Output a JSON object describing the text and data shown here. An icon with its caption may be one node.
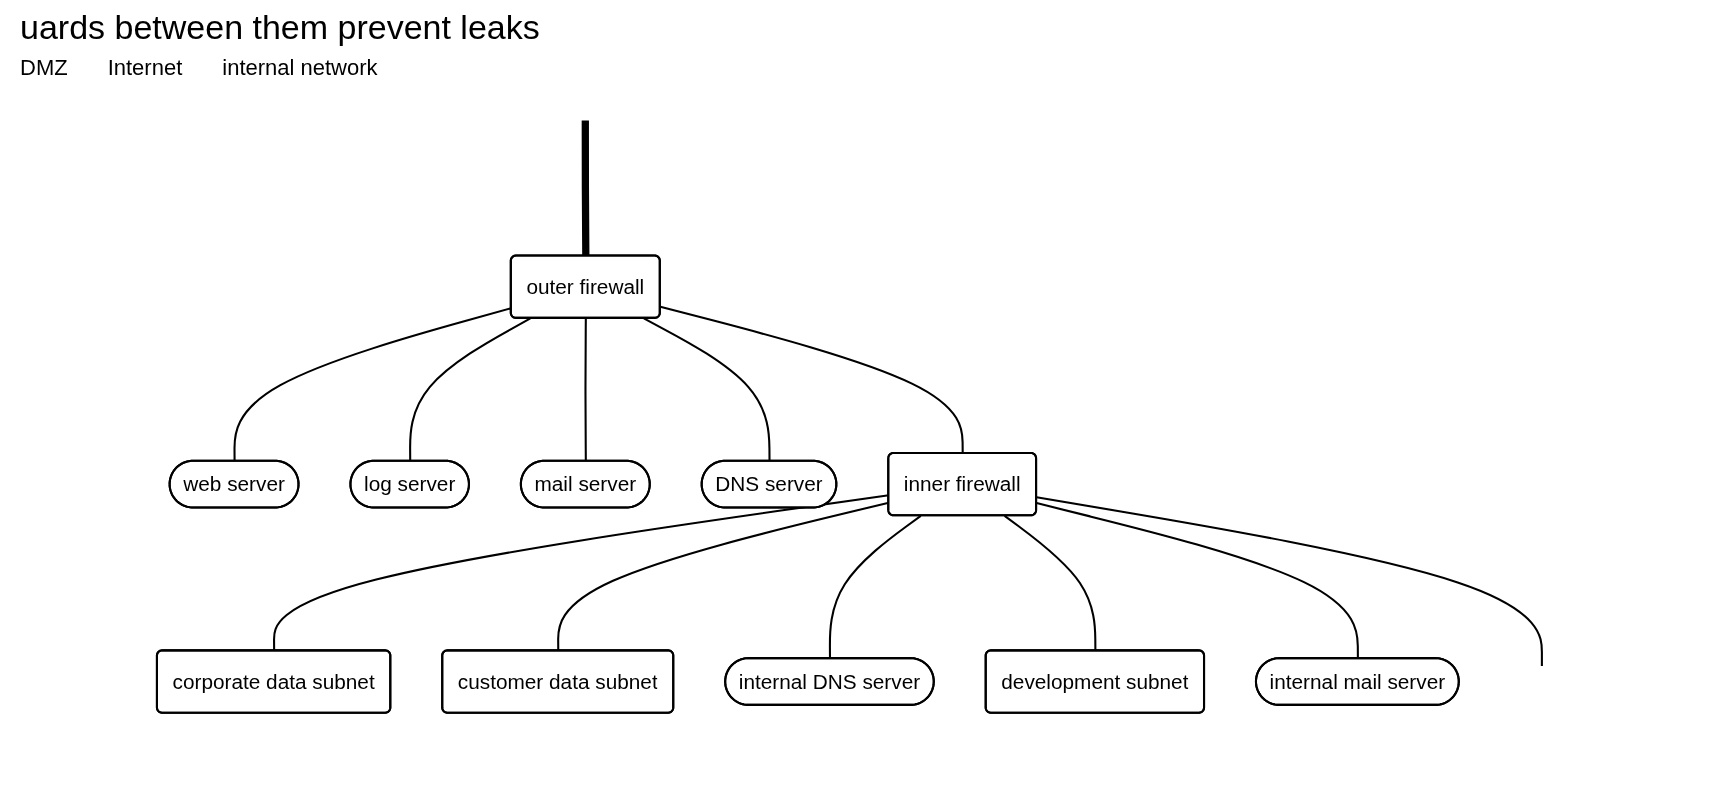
{
  "diagram": {
    "title": "uards between them prevent leaks",
    "nodes": [
      {
        "text": [
          "outer firewall"
        ]
      },
      {
        "text": [
          "web server"
        ]
      },
      {
        "text": [
          "log server"
        ]
      },
      {
        "text": [
          "mail server"
        ]
      },
      {
        "text": [
          "DNS server"
        ]
      },
      {
        "text": [
          "inner firewall"
        ]
      },
      {
        "text": [
          "corporate data subnet"
        ]
      },
      {
        "text": [
          "customer data subnet"
        ]
      },
      {
        "text": [
          "internal DNS server"
        ]
      },
      {
        "text": [
          "development subnet"
        ]
      },
      {
        "text": [
          "internal mail server"
        ]
      }
    ],
    "edges": [
      {
        "from": null,
        "to": 0,
        "arrow": "none",
        "style": "thick"
      },
      {
        "from": 0,
        "to": 1,
        "arrow": "none"
      },
      {
        "from": 0,
        "to": 2,
        "arrow": "none"
      },
      {
        "from": 0,
        "to": 3,
        "arrow": "none"
      },
      {
        "from": 0,
        "to": 4,
        "arrow": "none"
      },
      {
        "from": 0,
        "to": 5,
        "arrow": "none"
      },
      {
        "from": 5,
        "to": 6,
        "arrow": "none"
      },
      {
        "from": 5,
        "to": 7,
        "arrow": "none"
      },
      {
        "from": 5,
        "to": 8,
        "arrow": "none"
      },
      {
        "from": 5,
        "to": 9,
        "arrow": "none"
      },
      {
        "from": 5,
        "to": 10,
        "arrow": "none"
      },
      {
        "from": 5,
        "to": null,
        "arrow": "none"
      }
    ],
    "labels": [
      "DMZ",
      "Internet",
      "internal network"
    ]
  }
}
